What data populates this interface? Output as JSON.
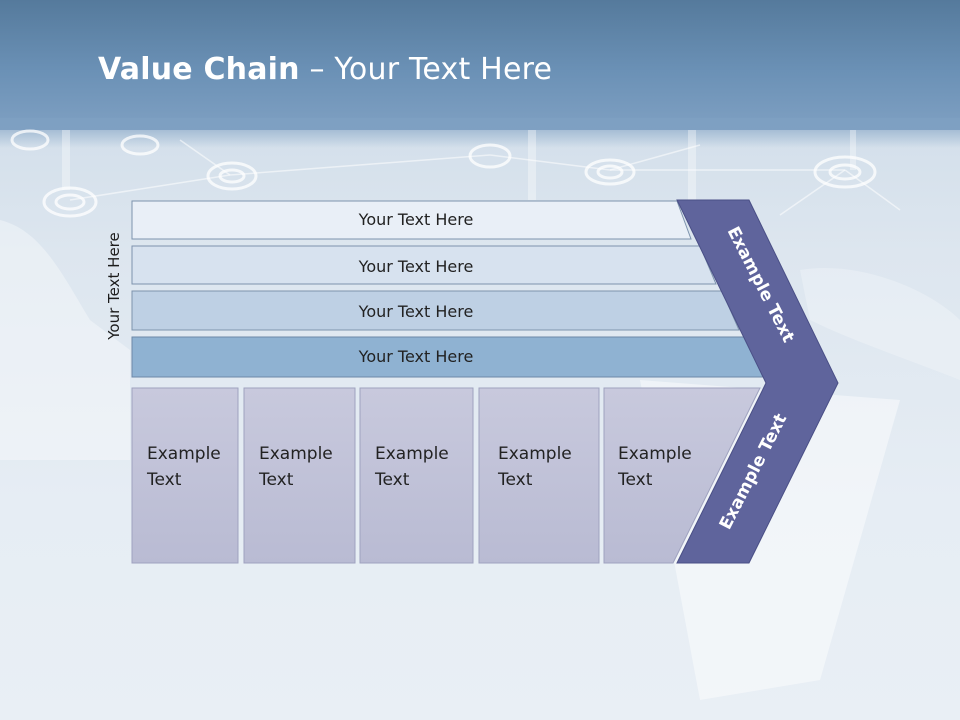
{
  "title": {
    "bold": "Value Chain",
    "rest": " – Your Text Here"
  },
  "side_label": "Your Text Here",
  "bars": [
    {
      "label": "Your Text Here"
    },
    {
      "label": "Your Text Here"
    },
    {
      "label": "Your Text Here"
    },
    {
      "label": "Your Text Here"
    }
  ],
  "boxes": [
    {
      "line1": "Example",
      "line2": "Text"
    },
    {
      "line1": "Example",
      "line2": "Text"
    },
    {
      "line1": "Example",
      "line2": "Text"
    },
    {
      "line1": "Example",
      "line2": "Text"
    },
    {
      "line1": "Example",
      "line2": "Text"
    }
  ],
  "chevron": {
    "upper": "Example Text",
    "lower": "Example Text"
  },
  "colors": {
    "header": "#6b91b6",
    "bar1": "#e8eef6",
    "bar2": "#d6e1ee",
    "bar3": "#bccfe3",
    "bar4": "#8eb1d1",
    "box": "#c0c2d8",
    "chevron": "#5f649c"
  }
}
